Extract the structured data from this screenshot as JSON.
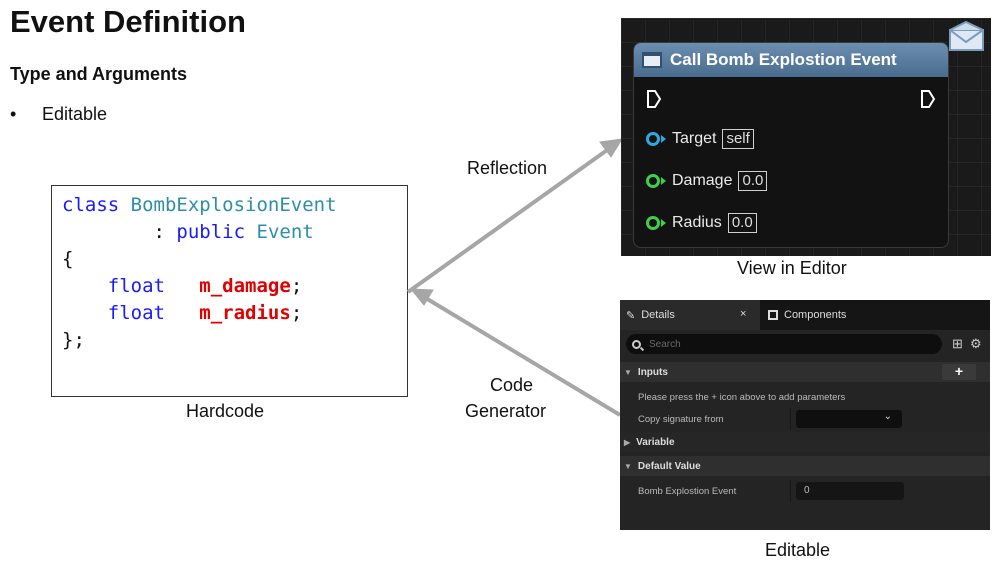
{
  "slide": {
    "title": "Event Definition",
    "subtitle": "Type and Arguments",
    "bullet_marker": "•",
    "bullet": "Editable"
  },
  "code": {
    "line1_kw": "class",
    "line1_type": "BombExplosionEvent",
    "line2_sep": ": ",
    "line2_kw": "public",
    "line2_type": "Event",
    "open_brace": "{",
    "field1_type": "float",
    "field1_name": "m_damage",
    "field2_type": "float",
    "field2_name": "m_radius",
    "semicolon": ";",
    "close_brace": "};"
  },
  "captions": {
    "hardcode": "Hardcode",
    "reflection": "Reflection",
    "code_generator_1": "Code",
    "code_generator_2": "Generator",
    "view_in_editor": "View in Editor",
    "editable": "Editable"
  },
  "node": {
    "title": "Call Bomb Explostion Event",
    "pins": [
      {
        "label": "Target",
        "value": "self"
      },
      {
        "label": "Damage",
        "value": "0.0"
      },
      {
        "label": "Radius",
        "value": "0.0"
      }
    ]
  },
  "details": {
    "tab_details": "Details",
    "tab_close": "×",
    "tab_components": "Components",
    "search_placeholder": "Search",
    "inputs_label": "Inputs",
    "plus_label": "+",
    "hint_text": "Please press the + icon above to add parameters",
    "copy_signature_label": "Copy signature from",
    "variable_label": "Variable",
    "default_value_label": "Default Value",
    "property_label": "Bomb Explostion Event",
    "property_value": "0"
  },
  "colors": {
    "keyword": "#1a1aff",
    "type": "#2b8fa8",
    "member": "#e00000",
    "arrow": "#a6a6a6",
    "node_header": "#5a7fa2",
    "pin_object": "#2fa7e0",
    "pin_float": "#3fcf4a"
  }
}
